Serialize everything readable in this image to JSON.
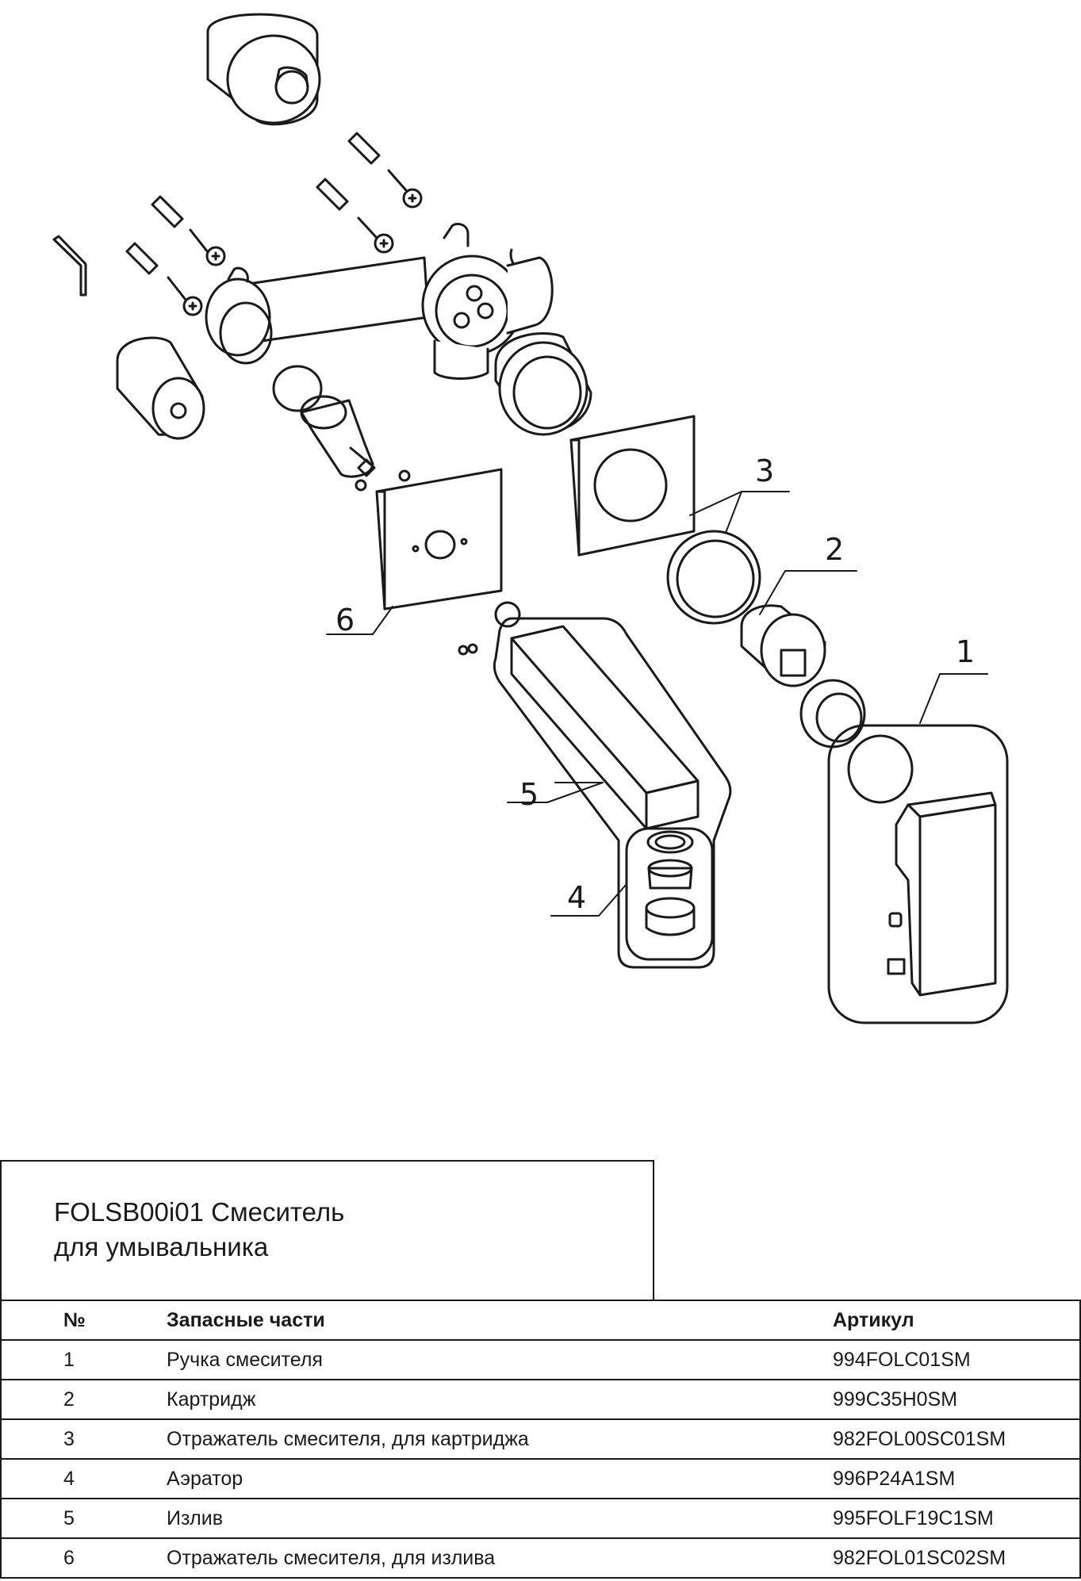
{
  "diagram": {
    "callouts": [
      "1",
      "2",
      "3",
      "4",
      "5",
      "6"
    ]
  },
  "title": {
    "text": "FOLSB00i01 Смеситель\nдля умывальника"
  },
  "table": {
    "headers": [
      "№",
      "Запасные части",
      "Артикул"
    ],
    "rows": [
      {
        "num": "1",
        "name": "Ручка смесителя",
        "code": "994FOLC01SM"
      },
      {
        "num": "2",
        "name": "Картридж",
        "code": "999C35H0SM"
      },
      {
        "num": "3",
        "name": "Отражатель смесителя, для картриджа",
        "code": "982FOL00SC01SM"
      },
      {
        "num": "4",
        "name": "Аэратор",
        "code": "996P24A1SM"
      },
      {
        "num": "5",
        "name": "Излив",
        "code": "995FOLF19C1SM"
      },
      {
        "num": "6",
        "name": "Отражатель смесителя, для излива",
        "code": "982FOL01SC02SM"
      }
    ]
  }
}
